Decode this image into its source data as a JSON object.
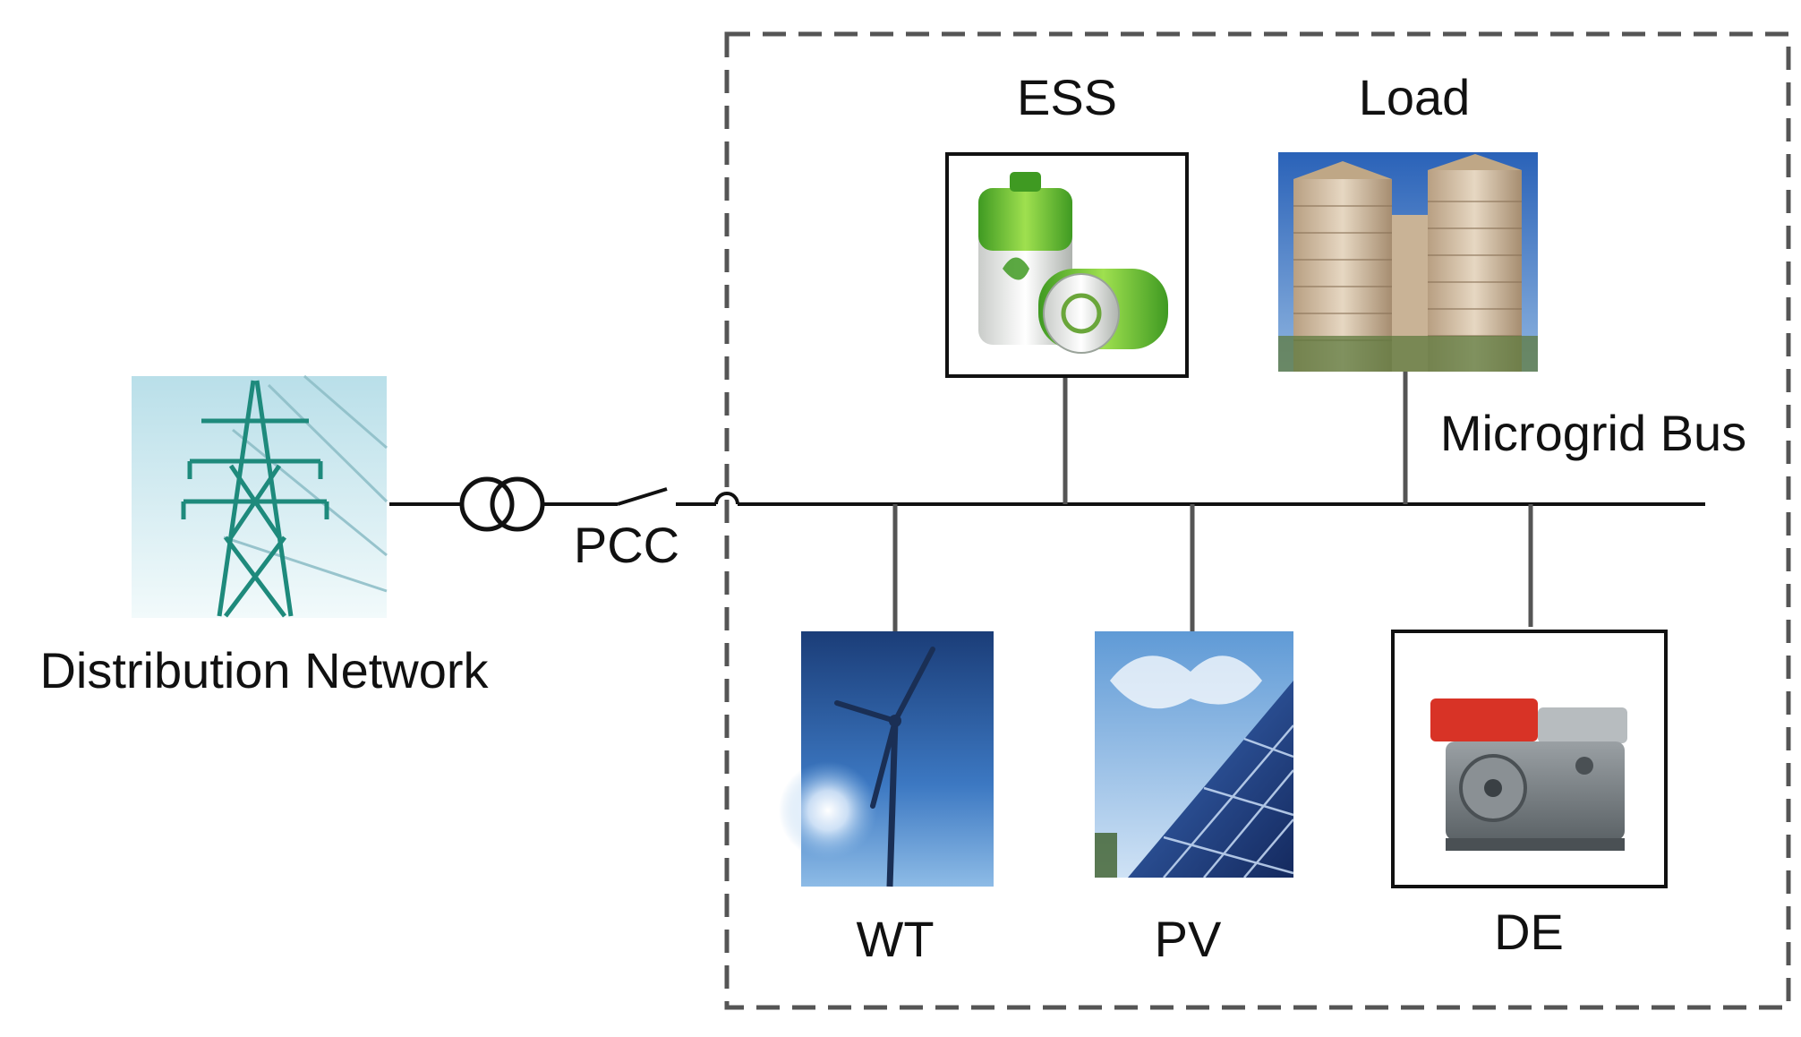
{
  "labels": {
    "distribution_network": "Distribution Network",
    "pcc": "PCC",
    "ess": "ESS",
    "load": "Load",
    "microgrid_bus": "Microgrid Bus",
    "wt": "WT",
    "pv": "PV",
    "de": "DE"
  },
  "icons": {
    "distribution_network": "transmission-tower-icon",
    "ess": "battery-icon",
    "load": "building-icon",
    "wt": "wind-turbine-icon",
    "pv": "solar-panel-icon",
    "de": "diesel-engine-icon"
  },
  "colors": {
    "line": "#111111",
    "feeder": "#555555",
    "boundary": "#555555",
    "ess_green": "#5cb82e",
    "tower_teal": "#1e8a7c",
    "wt_sky": "#2f62a8",
    "pv_panel": "#244a93",
    "engine_red": "#d83326"
  }
}
